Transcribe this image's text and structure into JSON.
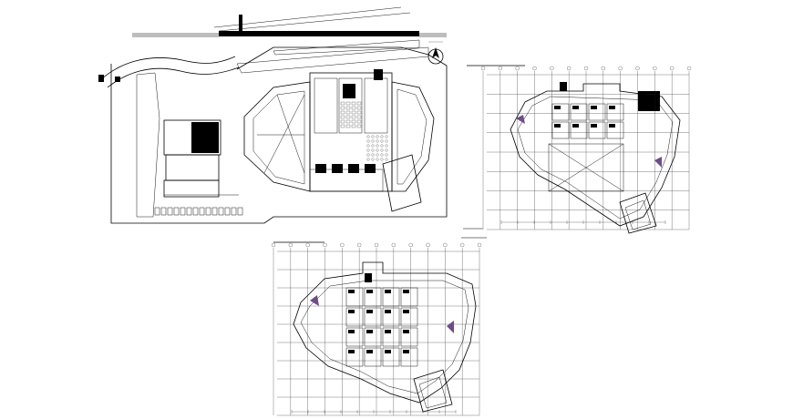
{
  "drawing": {
    "sheet_name": "",
    "views": [
      {
        "id": "site-plan",
        "kind": "site plan",
        "title_text": ""
      },
      {
        "id": "floor-plan-a",
        "kind": "floor plan",
        "title_text": ""
      },
      {
        "id": "floor-plan-b",
        "kind": "floor plan",
        "title_text": ""
      }
    ],
    "north_arrow": "north-arrow-icon",
    "colors": {
      "line": "#000000",
      "paving": "#bdbdbd",
      "accent": "#6e4c8a",
      "background": "#ffffff"
    }
  }
}
